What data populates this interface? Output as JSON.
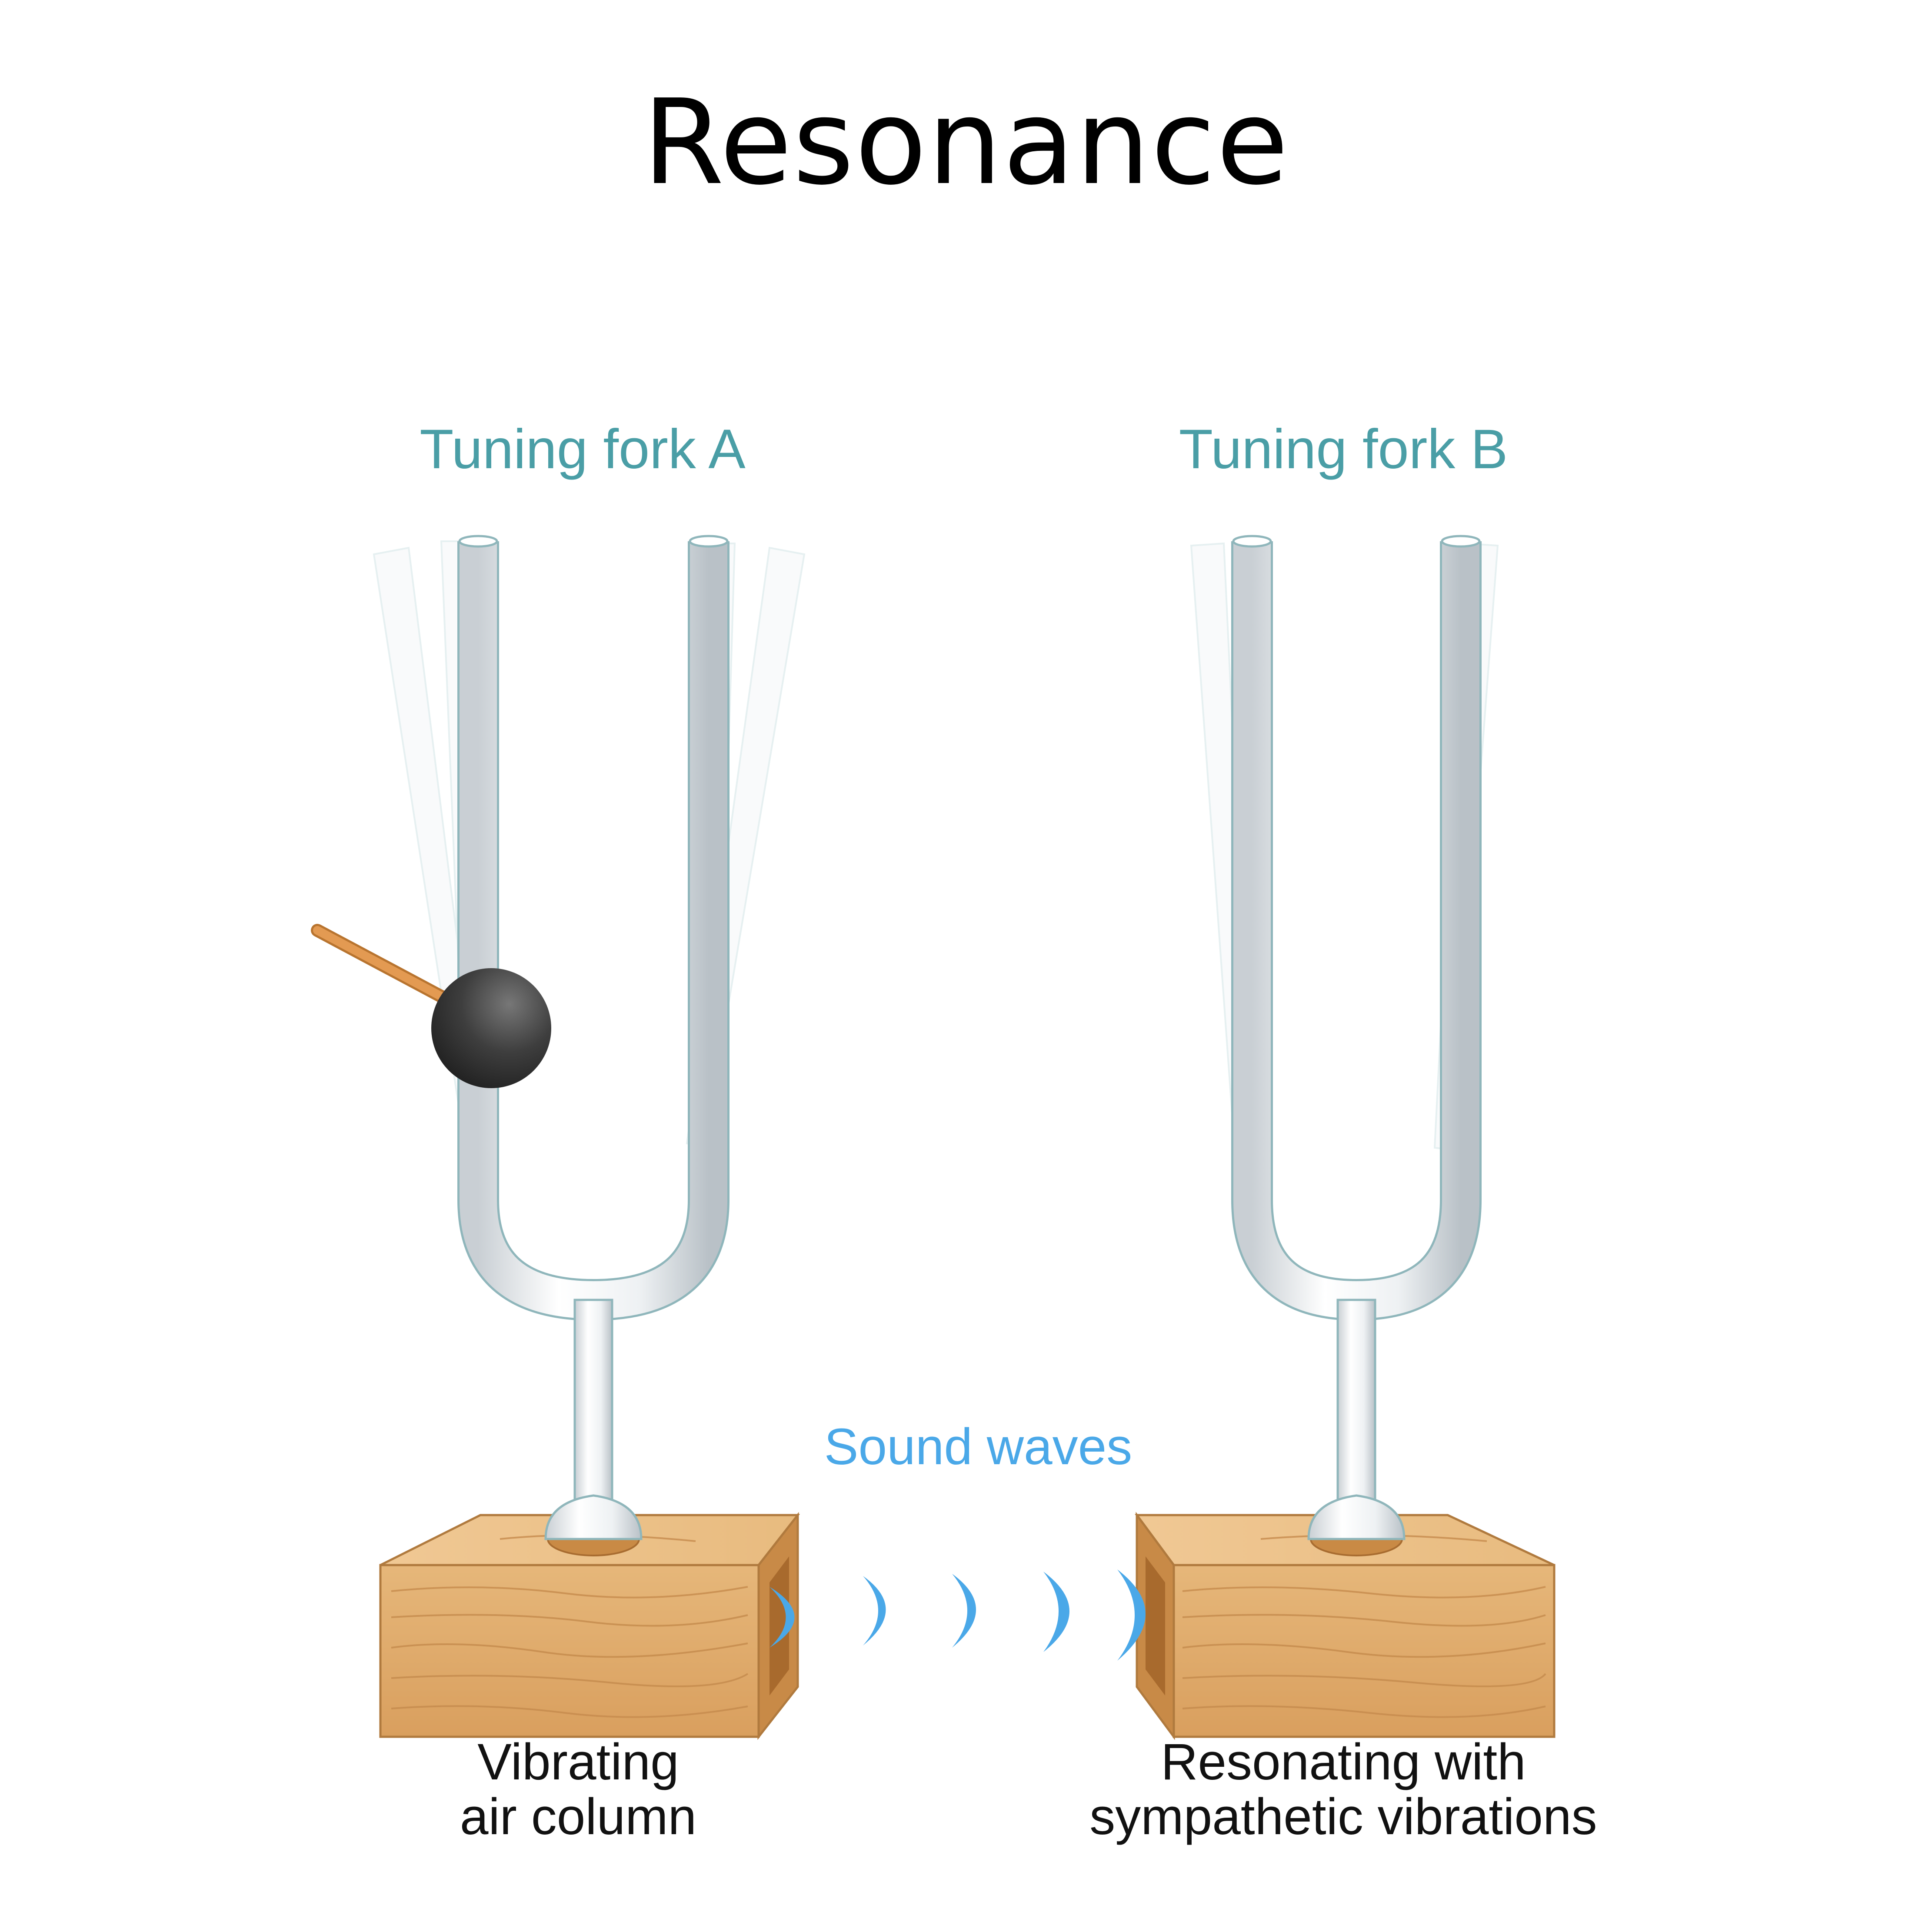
{
  "title": "Resonance",
  "fork_a": {
    "label": "Tuning fork A"
  },
  "fork_b": {
    "label": "Tuning fork B"
  },
  "sound_label": "Sound waves",
  "caption_left": {
    "line1": "Vibrating",
    "line2": "air column"
  },
  "caption_right": {
    "line1": "Resonating with",
    "line2": "sympathetic vibrations"
  },
  "colors": {
    "label_teal": "#4a9ea6",
    "wave_blue": "#4aa8e8",
    "wood": "#e0ad6e",
    "metal": "#f2f4f6",
    "mallet": "#3a3a3a"
  }
}
